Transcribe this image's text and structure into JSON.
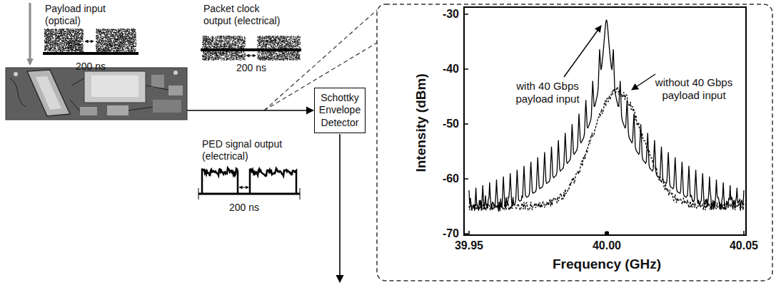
{
  "diagram": {
    "nodes": [
      {
        "text": [
          "Schottky Envelope Detector"
        ]
      }
    ],
    "labels": [
      "Payload input (optical)",
      "200 ns",
      "Packet clock output (electrical)",
      "200 ns",
      "PED signal output (electrical)",
      "200 ns",
      "Intensity (dBm)",
      "-30",
      "-40",
      "-50",
      "-60",
      "-70",
      "39.95",
      "40.00",
      "40.05",
      "Frequency (GHz)",
      "with 40 Gbps payload input",
      "without 40 Gbps payload input"
    ]
  }
}
